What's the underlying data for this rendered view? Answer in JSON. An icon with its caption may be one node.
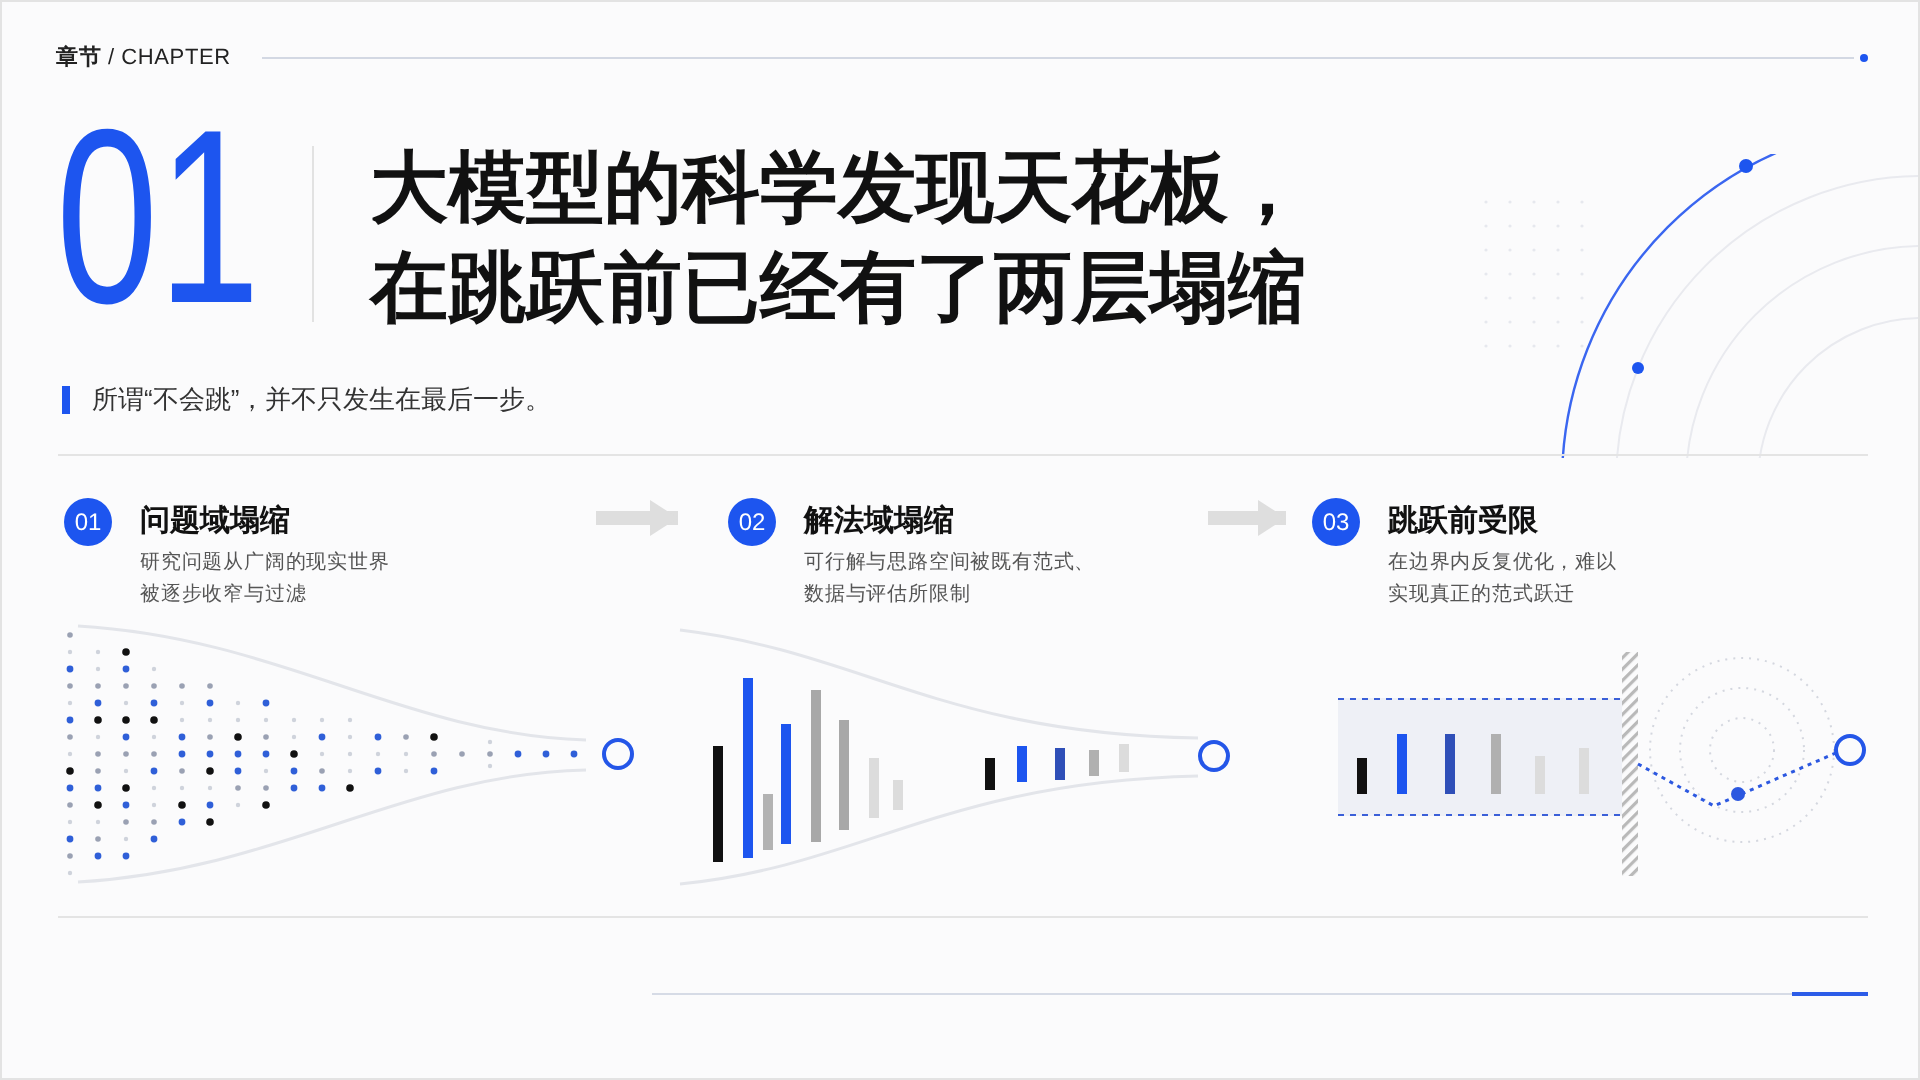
{
  "diagram": {
    "title": "大模型的科学发现天花板，在跳跃前已经有了两层塌缩",
    "nodes": [
      {
        "text": [
          "01",
          "问题域塌缩",
          "研究问题从广阔的现实世界被逐步收窄与过滤"
        ]
      },
      {
        "text": [
          "02",
          "解法域塌缩",
          "可行解与思路空间被既有范式、数据与评估所限制"
        ]
      },
      {
        "text": [
          "03",
          "跳跃前受限",
          "在边界内反复优化，难以实现真正的范式跃迁"
        ]
      }
    ],
    "edges": [
      {
        "from": 0,
        "to": 1,
        "arrow": "to"
      },
      {
        "from": 1,
        "to": 2,
        "arrow": "to"
      }
    ],
    "labels": [
      "**章节** / CHAPTER",
      "01",
      "所谓“不会跳”，并不只发生在最后一步。"
    ]
  }
}
